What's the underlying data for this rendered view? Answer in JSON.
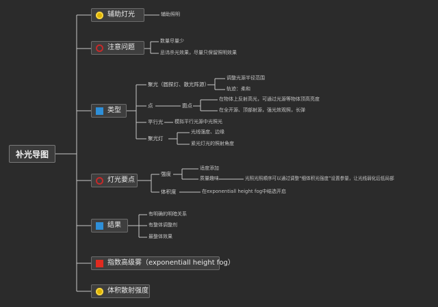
{
  "root": "补光导图",
  "branches": [
    {
      "label": "辅助灯光",
      "icon": "yellow-badge-icon",
      "leaves": [
        "辅助照明"
      ]
    },
    {
      "label": "注意问题",
      "icon": "red-ring-icon",
      "leaves": [
        "数量尽量少",
        "忌讳杀光效果，尽量只保留照明效果"
      ]
    },
    {
      "label": "类型",
      "icon": "blue-square-icon",
      "sub": [
        {
          "label": "聚光（圆探灯、散光阵源）",
          "leaves": [
            "调整光源半径范围",
            "轨迹：柔和"
          ]
        },
        {
          "label": "点",
          "mid": "面点",
          "leaves": [
            "在物体上反射高光，可通过光源等物体顶高亮度",
            "在全开源、顶部射源，强光效观照，长弹"
          ]
        },
        {
          "label": "平行光",
          "leaves": [
            "模拟平行光源中光照光"
          ]
        },
        {
          "label": "聚光灯",
          "leaves": [
            "光线强度、边缘",
            "紧光灯光的照射角度"
          ]
        }
      ]
    },
    {
      "label": "灯光要点",
      "icon": "red-ring-icon",
      "sub": [
        {
          "label": "强度",
          "leaves": [
            "适度添加",
            "质量趣味"
          ]
        },
        {
          "label": "体积度",
          "leaves": [
            "在exponentiall height fog中结选开启"
          ]
        }
      ],
      "note": "光照光照顺序可以通过调整“细体积光强度”设置参量，让光线弱化后低局部"
    },
    {
      "label": "结果",
      "icon": "blue-square-icon",
      "leaves": [
        "有明确的明暗关系",
        "有整体调整剂",
        "最整体效果"
      ]
    },
    {
      "label": "指数高级雾（exponentiall height fog）",
      "icon": "red-square-icon"
    },
    {
      "label": "体积散射强度",
      "icon": "yellow-badge-icon"
    }
  ],
  "colors": {
    "background": "#2b2b2b",
    "connector": "#c8c8c8",
    "icon_yellow": "#e0b400",
    "icon_red": "#e02b20",
    "icon_blue": "#2e8fd8"
  }
}
